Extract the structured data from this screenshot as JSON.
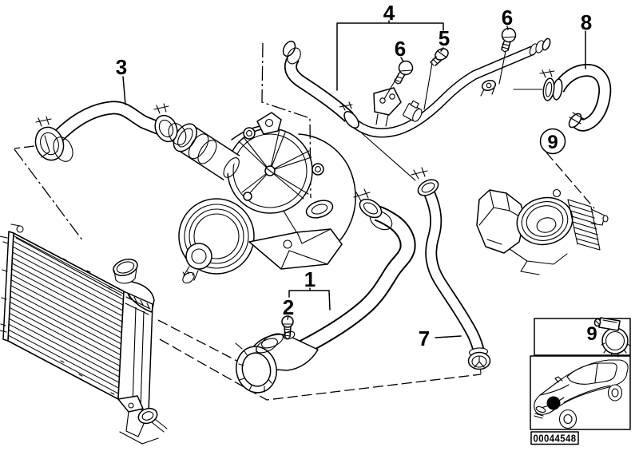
{
  "diagram": {
    "background_color": "#ffffff",
    "line_color": "#000000",
    "callouts": {
      "c1": "1",
      "c2": "2",
      "c3": "3",
      "c4": "4",
      "c5": "5",
      "c6_left": "6",
      "c6_right": "6",
      "c7": "7",
      "c8": "8",
      "c9_circled": "9",
      "c9_boxed": "9"
    },
    "part_code": "00044548"
  }
}
